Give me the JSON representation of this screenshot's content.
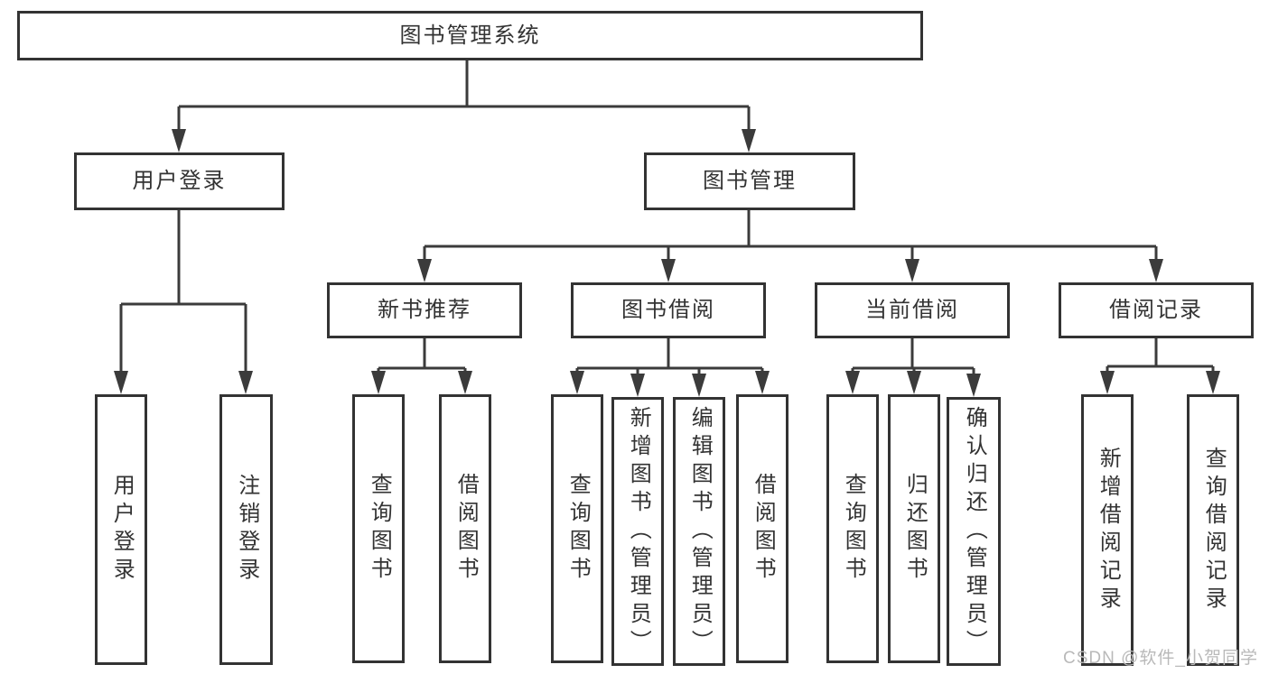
{
  "colors": {
    "line": "#3b3b3b",
    "border": "#333333",
    "text": "#333333",
    "background": "#ffffff",
    "watermark": "#b9b9b9"
  },
  "watermark": {
    "text": "CSDN @软件_小贺同学"
  },
  "tree": {
    "root": "图书管理系统",
    "branches": [
      {
        "label": "用户登录",
        "children": [
          "用户登录",
          "注销登录"
        ]
      },
      {
        "label": "图书管理",
        "children": [
          {
            "label": "新书推荐",
            "children": [
              "查询图书",
              "借阅图书"
            ]
          },
          {
            "label": "图书借阅",
            "children": [
              "查询图书",
              "新增图书（管理员）",
              "编辑图书（管理员）",
              "借阅图书"
            ]
          },
          {
            "label": "当前借阅",
            "children": [
              "查询图书",
              "归还图书",
              "确认归还（管理员）"
            ]
          },
          {
            "label": "借阅记录",
            "children": [
              "新增借阅记录",
              "查询借阅记录"
            ]
          }
        ]
      }
    ]
  }
}
